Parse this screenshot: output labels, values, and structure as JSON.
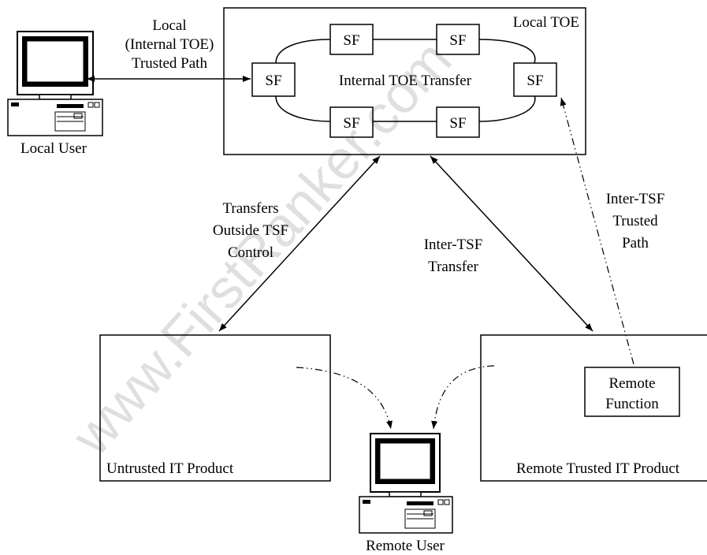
{
  "local_toe": {
    "title": "Local TOE",
    "internal_label": "Internal TOE Transfer",
    "sf_label": "SF"
  },
  "local_user": {
    "label": "Local User",
    "path_label": [
      "Local",
      "(Internal TOE)",
      "Trusted Path"
    ]
  },
  "transfers_outside": [
    "Transfers",
    "Outside TSF",
    "Control"
  ],
  "inter_tsf_transfer": [
    "Inter-TSF",
    "Transfer"
  ],
  "inter_tsf_trusted_path": [
    "Inter-TSF",
    "Trusted",
    "Path"
  ],
  "untrusted_product": {
    "label": "Untrusted IT Product"
  },
  "remote_trusted_product": {
    "label": "Remote Trusted IT Product"
  },
  "remote_function": [
    "Remote",
    "Function"
  ],
  "remote_user": {
    "label": "Remote User"
  },
  "watermark": "www.FirstRanker.com"
}
